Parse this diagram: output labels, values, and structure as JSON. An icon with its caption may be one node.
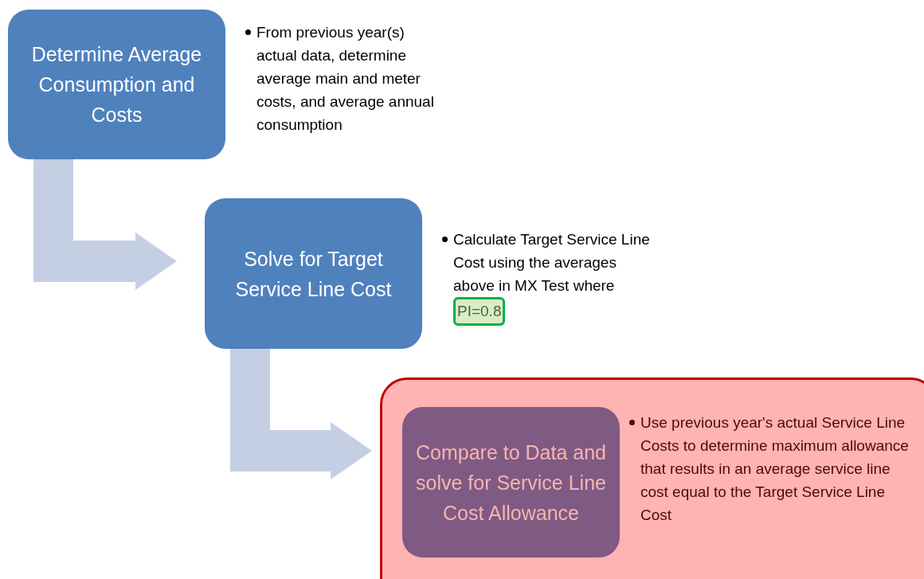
{
  "diagram": {
    "nodes": [
      {
        "text": [
          "Determine Average Consumption and Costs"
        ],
        "beside": [
          "From previous year(s) actual data, determine average main and meter costs, and average annual consumption"
        ]
      },
      {
        "text": [
          "Solve for Target Service Line Cost"
        ],
        "beside": [
          "Calculate Target Service Line Cost using the averages above in MX Test where",
          "PI=0.8"
        ]
      },
      {
        "text": [],
        "shape": "box"
      },
      {
        "text": [
          "Compare to Data and solve for Service Line Cost Allowance"
        ],
        "in": 2,
        "beside": [
          "Use previous year's actual Service Line Costs to determine maximum allowance that results in an average service line cost equal to the Target Service Line Cost"
        ]
      }
    ],
    "edges": [
      {
        "from": 0,
        "to": 1,
        "arrow": "to",
        "style": "thick"
      },
      {
        "from": 1,
        "to": 3,
        "arrow": "to",
        "style": "thick"
      }
    ]
  }
}
